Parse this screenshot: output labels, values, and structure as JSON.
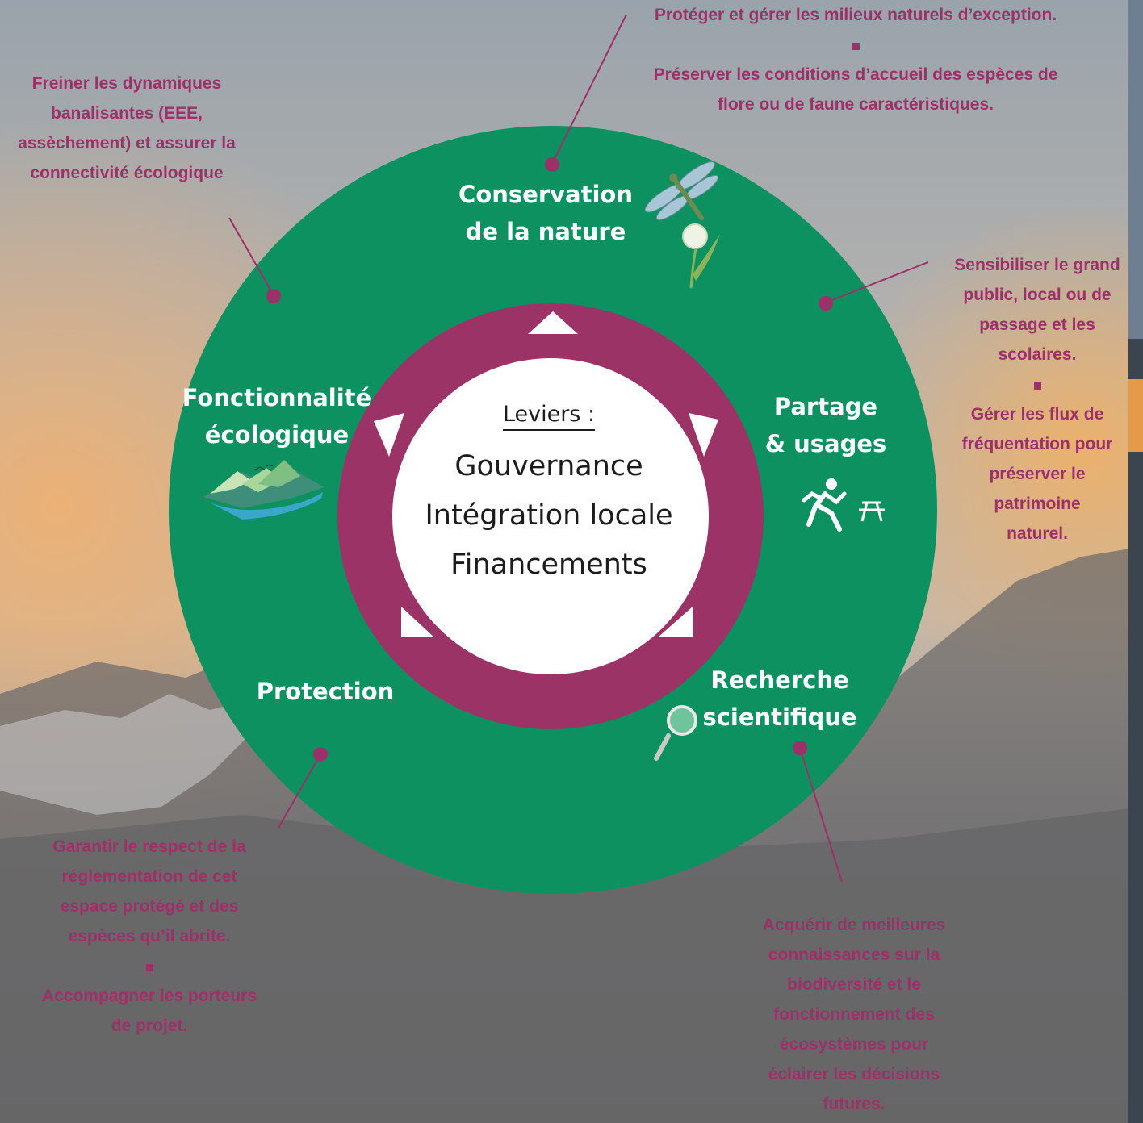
{
  "colors": {
    "ring_green": "#0d9161",
    "ring_purple": "#9b3366",
    "accent": "#9c3068",
    "white": "#ffffff"
  },
  "segments": {
    "conservation": [
      "Conservation",
      "de la nature"
    ],
    "fonctionnalite": [
      "Fonctionnalité",
      "écologique"
    ],
    "partage": [
      "Partage",
      "& usages"
    ],
    "protection": [
      "Protection"
    ],
    "recherche": [
      "Recherche",
      "scientifique"
    ]
  },
  "center": {
    "title": "Leviers :",
    "items": [
      "Gouvernance",
      "Intégration locale",
      "Financements"
    ]
  },
  "notes": {
    "conservation": [
      "Protéger et gérer les milieux naturels d’exception.",
      "",
      "Préserver les conditions d’accueil des espèces de",
      "flore ou de faune caractéristiques."
    ],
    "fonctionnalite": [
      "Freiner les dynamiques",
      "banalisantes (EEE,",
      "assèchement) et assurer la",
      "connectivité écologique"
    ],
    "partage": [
      "Sensibiliser le grand",
      "public, local ou de",
      "passage et les",
      "scolaires.",
      "",
      "Gérer les flux de",
      "fréquentation pour",
      "préserver le",
      "patrimoine",
      "naturel."
    ],
    "protection": [
      "Garantir le respect de la",
      "réglementation de cet",
      "espace protégé et des",
      "espèces qu’il abrite.",
      "",
      "Accompagner les porteurs",
      "de projet."
    ],
    "recherche": [
      "Acquérir de meilleures",
      "connaissances sur la",
      "biodiversité et le",
      "fonctionnement des",
      "écosystèmes pour",
      "éclairer les décisions",
      "futures."
    ]
  },
  "icons": [
    "dragonfly-icon",
    "dandelion-icon",
    "runner-icon",
    "picnic-table-icon",
    "magnifier-icon",
    "mountain-landscape-icon"
  ]
}
